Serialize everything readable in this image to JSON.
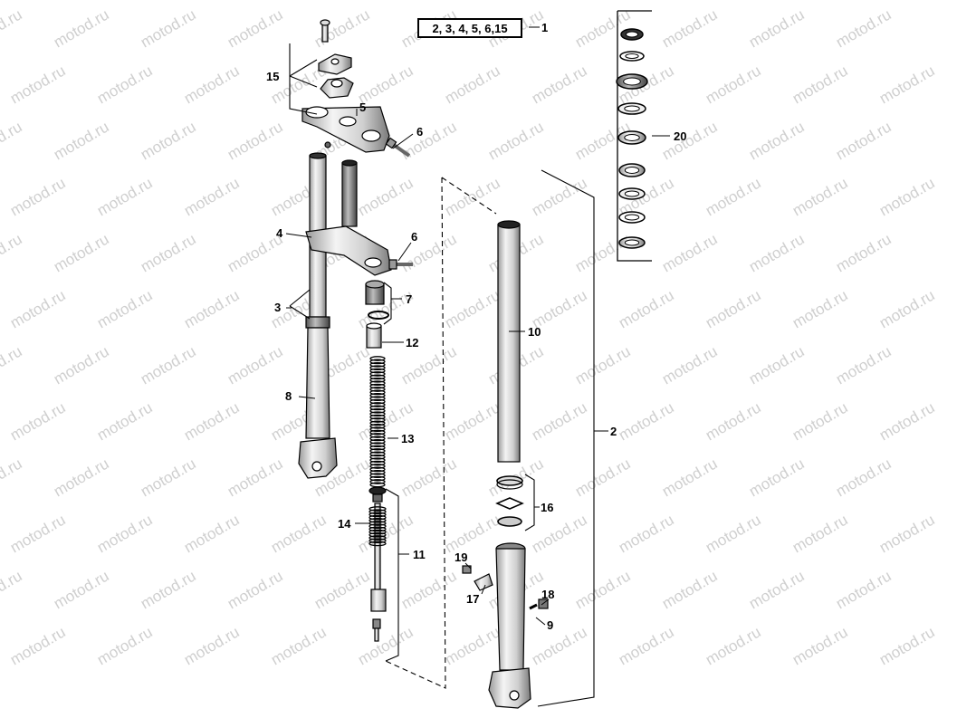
{
  "watermark": {
    "text": "motod.ru",
    "color": "#cfcfcf"
  },
  "kit_box": {
    "text": "2, 3, 4, 5, 6,15",
    "ref": "1"
  },
  "labels": {
    "p1": "1",
    "p2": "2",
    "p3": "3",
    "p4": "4",
    "p5": "5",
    "p6a": "6",
    "p6b": "6",
    "p7": "7",
    "p8": "8",
    "p9": "9",
    "p10": "10",
    "p11": "11",
    "p12": "12",
    "p13": "13",
    "p14": "14",
    "p15": "15",
    "p16": "16",
    "p17": "17",
    "p18": "18",
    "p19": "19",
    "p20": "20"
  }
}
